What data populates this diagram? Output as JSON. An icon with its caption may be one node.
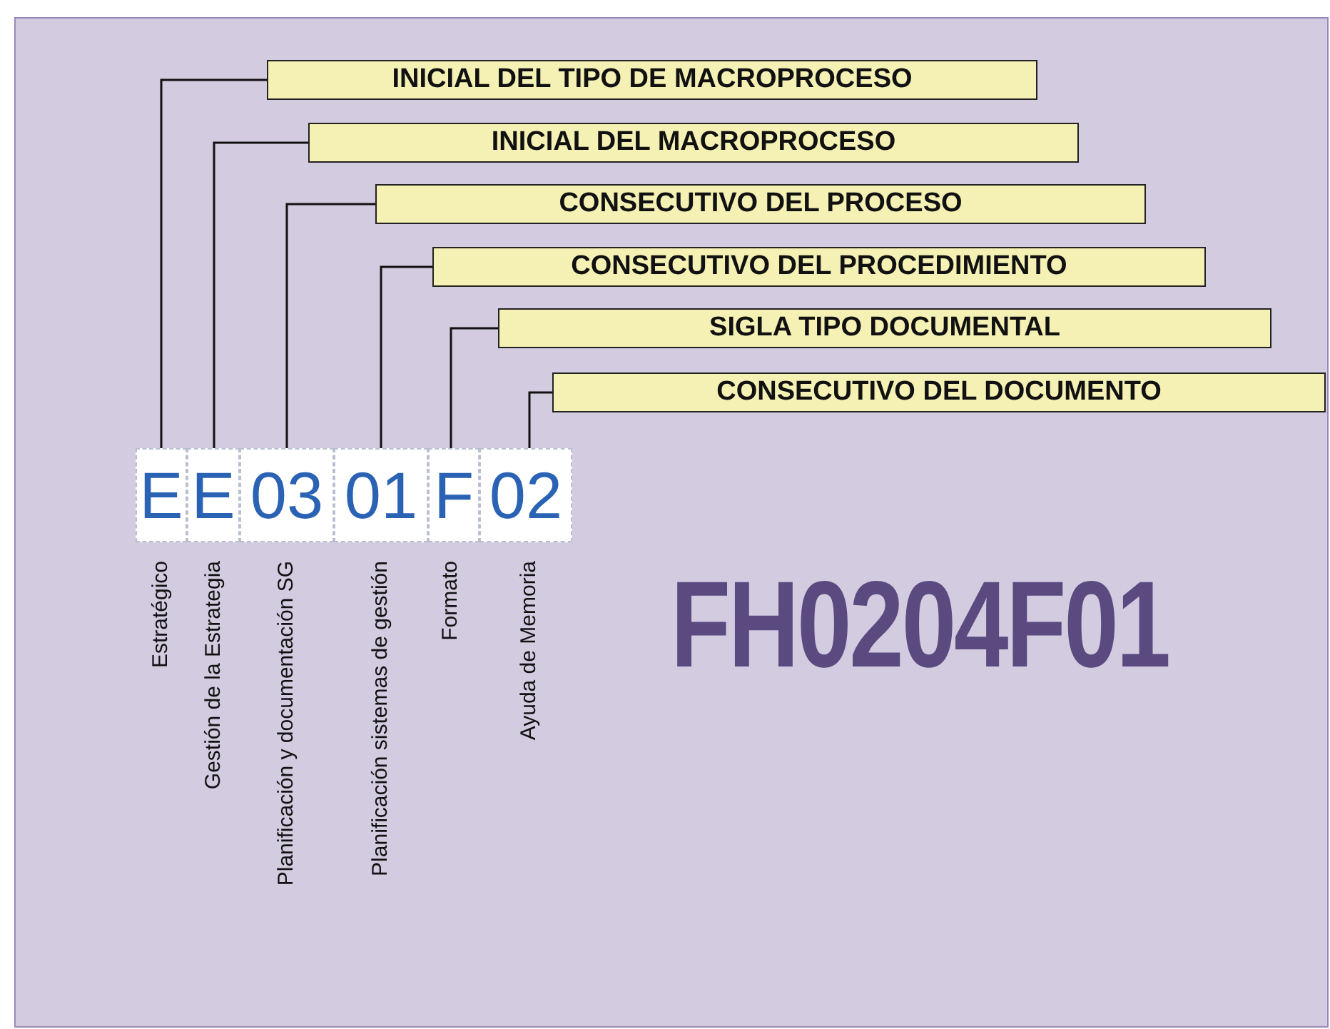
{
  "diagram": {
    "nodes": [
      {
        "text": [
          "INICIAL DEL TIPO DE MACROPROCESO"
        ]
      },
      {
        "text": [
          "INICIAL DEL MACROPROCESO"
        ]
      },
      {
        "text": [
          "CONSECUTIVO DEL PROCESO"
        ]
      },
      {
        "text": [
          "CONSECUTIVO DEL PROCEDIMIENTO"
        ]
      },
      {
        "text": [
          "SIGLA TIPO DOCUMENTAL"
        ]
      },
      {
        "text": [
          "CONSECUTIVO DEL DOCUMENTO"
        ]
      },
      {
        "text": [
          "E"
        ],
        "beside": [
          "Estratégico"
        ]
      },
      {
        "text": [
          "E"
        ],
        "beside": [
          "Gestión de la Estrategia"
        ]
      },
      {
        "text": [
          "03"
        ],
        "beside": [
          "Planificación y documentación SG"
        ]
      },
      {
        "text": [
          "01"
        ],
        "beside": [
          "Planificación sistemas de gestión"
        ]
      },
      {
        "text": [
          "F"
        ],
        "beside": [
          "Formato"
        ]
      },
      {
        "text": [
          "02"
        ],
        "beside": [
          "Ayuda de Memoria"
        ]
      }
    ],
    "edges": [
      {
        "from": 6,
        "to": 0,
        "arrow": "none"
      },
      {
        "from": 7,
        "to": 1,
        "arrow": "none"
      },
      {
        "from": 8,
        "to": 2,
        "arrow": "none"
      },
      {
        "from": 9,
        "to": 3,
        "arrow": "none"
      },
      {
        "from": 10,
        "to": 4,
        "arrow": "none"
      },
      {
        "from": 11,
        "to": 5,
        "arrow": "none"
      }
    ],
    "labels": [
      "FH0204F01"
    ]
  }
}
